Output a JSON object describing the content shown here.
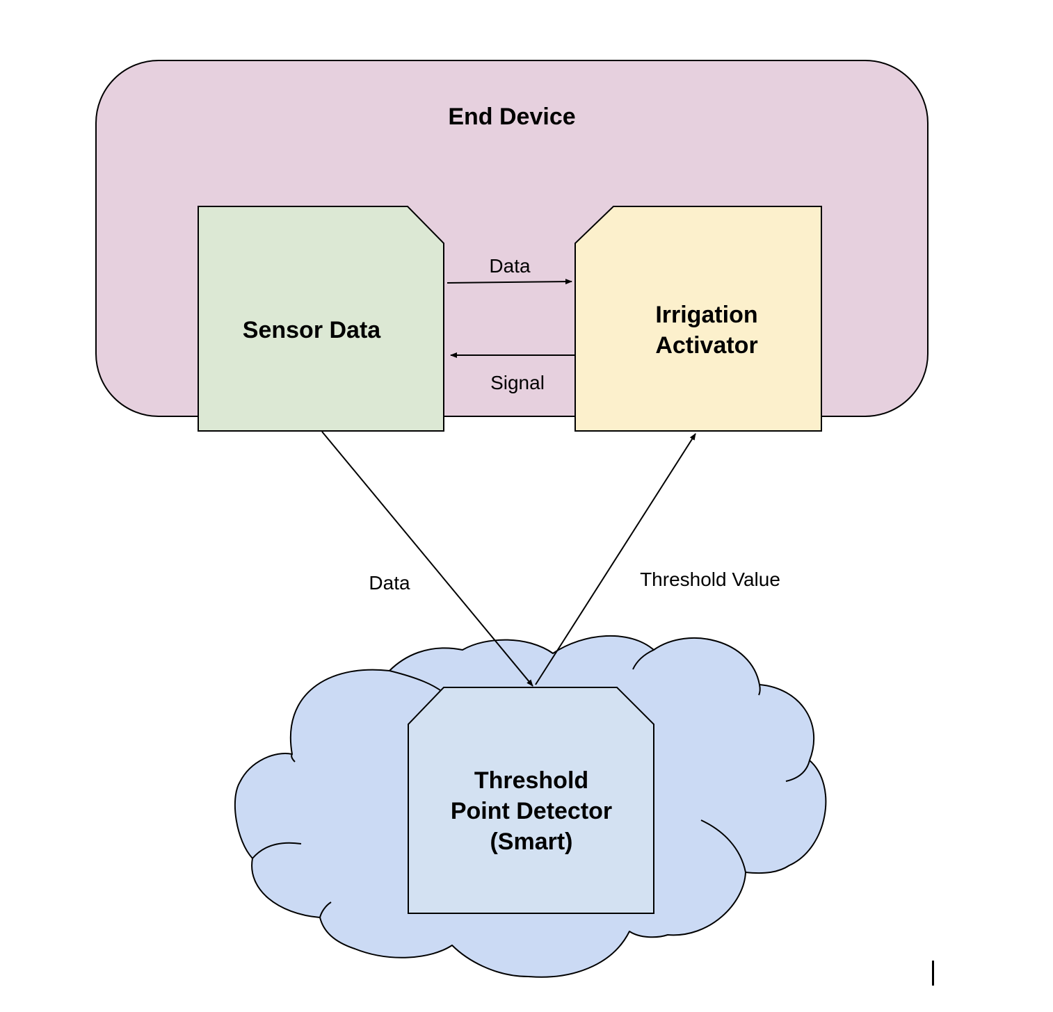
{
  "colors": {
    "end_device_fill": "#e6d0de",
    "sensor_fill": "#dce8d4",
    "irrigation_fill": "#fcf0cc",
    "cloud_fill": "#cbdaf4",
    "detector_fill": "#d3e1f2",
    "stroke": "#000000"
  },
  "end_device": {
    "title": "End Device"
  },
  "sensor_data": {
    "title": "Sensor Data"
  },
  "irrigation_activator": {
    "title_line1": "Irrigation",
    "title_line2": "Activator"
  },
  "threshold_detector": {
    "title_line1": "Threshold",
    "title_line2": "Point Detector",
    "title_line3": "(Smart)"
  },
  "edges": {
    "data_top": "Data",
    "signal": "Signal",
    "data_bottom": "Data",
    "threshold_value": "Threshold Value"
  }
}
